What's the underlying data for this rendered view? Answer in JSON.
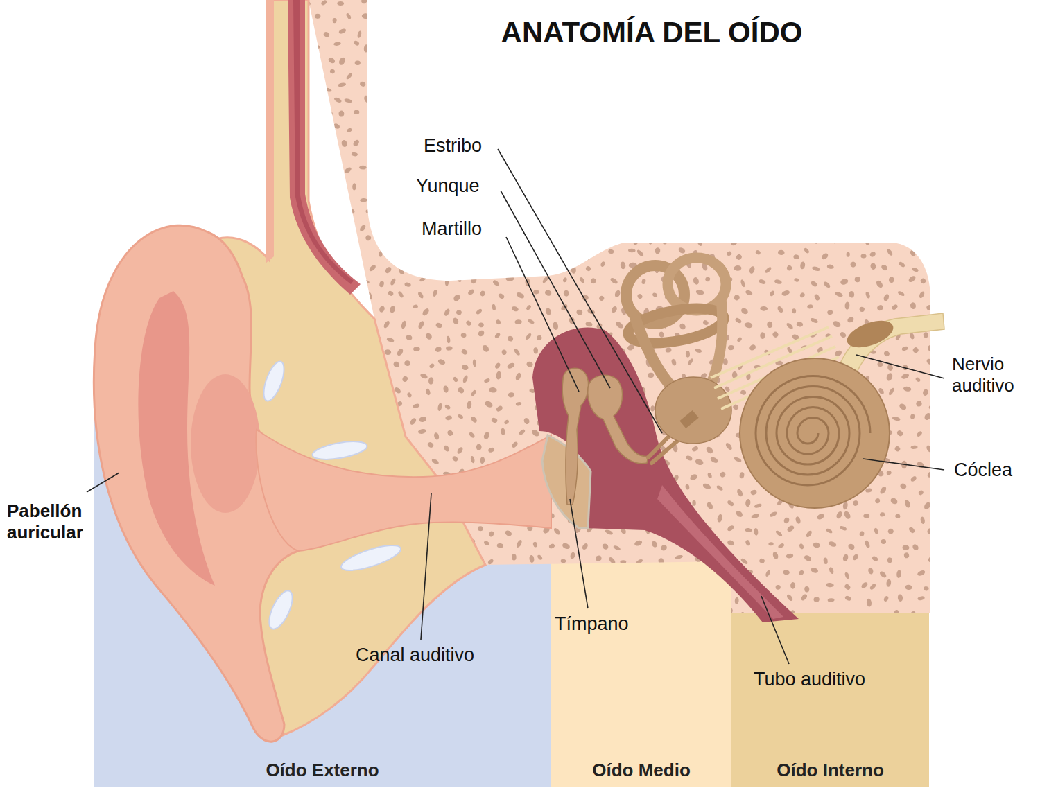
{
  "diagram": {
    "title": "ANATOMÍA DEL OÍDO",
    "nodes": [
      {
        "text": [
          "Oído Externo"
        ]
      },
      {
        "text": [
          "Oído Medio"
        ]
      },
      {
        "text": [
          "Oído Interno"
        ]
      }
    ],
    "labels": [
      "Estribo",
      "Yunque",
      "Martillo",
      "Nervio auditivo",
      "Pabellón auricular",
      "Cóclea",
      "Tímpano",
      "Canal auditivo",
      "Tubo auditivo"
    ]
  }
}
